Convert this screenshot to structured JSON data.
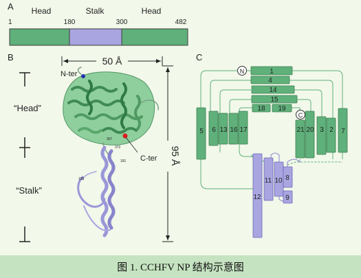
{
  "panel_a": {
    "label": "A",
    "domains": [
      "Head",
      "Stalk",
      "Head"
    ],
    "positions": [
      "1",
      "180",
      "300",
      "482"
    ],
    "colors": {
      "head": "#5fb07a",
      "stalk": "#a8a5e0"
    }
  },
  "panel_b": {
    "label": "B",
    "width_label": "50 Å",
    "height_label": "95 Å",
    "head_label": "“Head”",
    "stalk_label": "“Stalk”",
    "n_ter_label": "N-ter",
    "c_ter_label": "C-ter",
    "residue_labels": [
      "367",
      "372",
      "181",
      "195"
    ]
  },
  "panel_c": {
    "label": "C",
    "n_marker": "N",
    "c_marker": "C",
    "helices": [
      "1",
      "4",
      "14",
      "15",
      "18",
      "19",
      "5",
      "6",
      "13",
      "16",
      "17",
      "21",
      "20",
      "3",
      "2",
      "7",
      "11",
      "10",
      "8",
      "9",
      "12"
    ]
  },
  "caption": "图 1. CCHFV NP 结构示意图"
}
